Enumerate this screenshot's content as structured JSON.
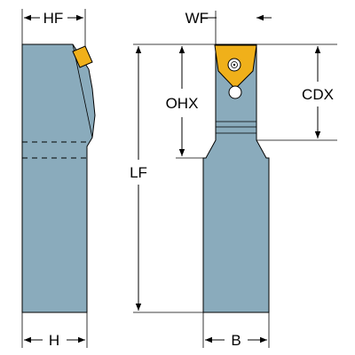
{
  "labels": {
    "hf": "HF",
    "wf": "WF",
    "ohx": "OHX",
    "cdx": "CDX",
    "lf": "LF",
    "h": "H",
    "b": "B"
  },
  "colors": {
    "body": "#8aabbc",
    "outline": "#000000",
    "insert": "#f0b01a",
    "dimension": "#000000"
  },
  "icons": {
    "screw": "torx-screw-icon"
  }
}
